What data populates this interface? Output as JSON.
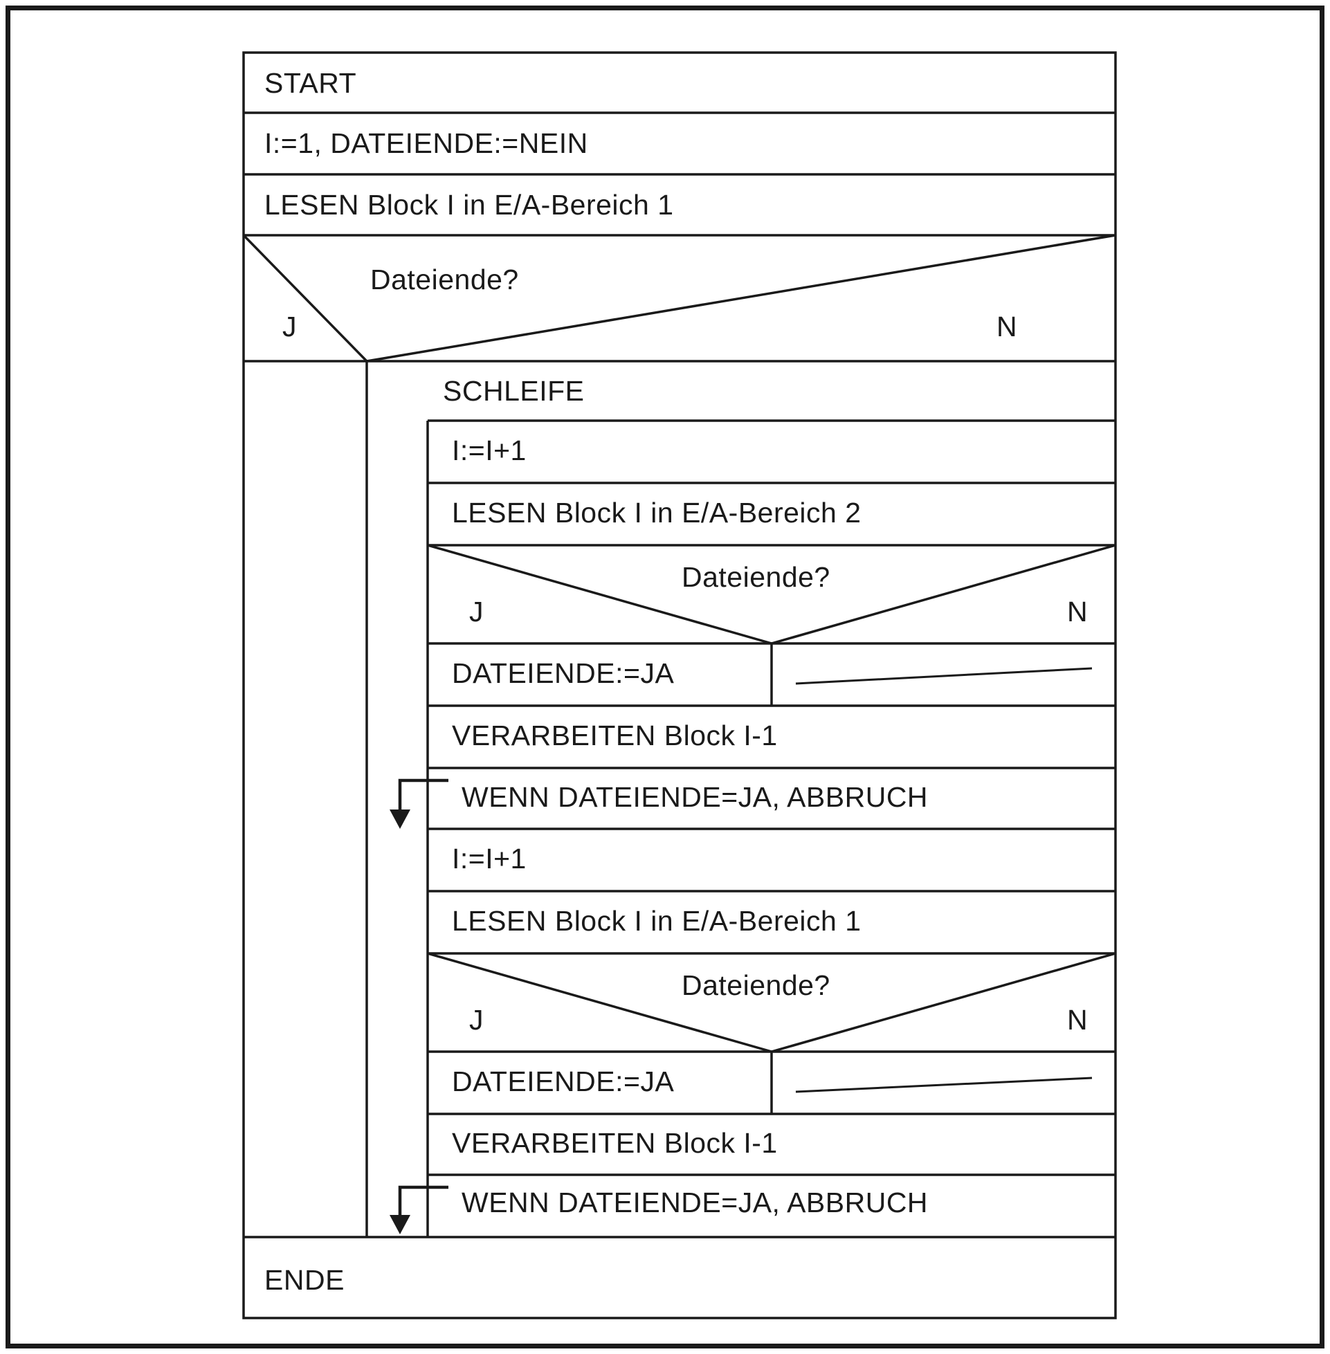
{
  "diagram": {
    "kind": "Nassi-Shneiderman structogram",
    "stroke_color": "#1a1a1a",
    "background": "#ffffff",
    "start": "START",
    "init": "I:=1, DATEIENDE:=NEIN",
    "read_block_1": "LESEN Block I in E/A-Bereich 1",
    "decision1": {
      "question": "Dateiende?",
      "yes": "J",
      "no": "N"
    },
    "loop": {
      "header": "SCHLEIFE",
      "increment1": "I:=I+1",
      "read_block_2": "LESEN Block I in E/A-Bereich 2",
      "decision2": {
        "question": "Dateiende?",
        "yes": "J",
        "no": "N"
      },
      "set_eof1": "DATEIENDE:=JA",
      "process1": "VERARBEITEN Block I-1",
      "break1": "WENN DATEIENDE=JA, ABBRUCH",
      "increment2": "I:=I+1",
      "read_block_3": "LESEN Block I in E/A-Bereich 1",
      "decision3": {
        "question": "Dateiende?",
        "yes": "J",
        "no": "N"
      },
      "set_eof2": "DATEIENDE:=JA",
      "process2": "VERARBEITEN Block I-1",
      "break2": "WENN DATEIENDE=JA, ABBRUCH"
    },
    "end": "ENDE"
  }
}
